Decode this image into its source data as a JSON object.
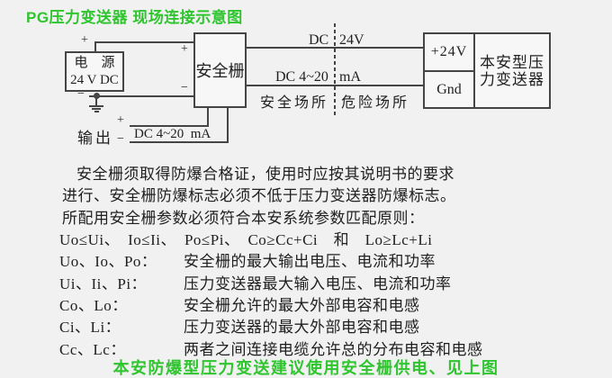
{
  "title": "PG压力变送器 现场连接示意图",
  "diagram": {
    "power": {
      "line1": "电　源",
      "line2": "24 V DC"
    },
    "barrier": "安全栅",
    "terminals": {
      "plus": "+24V",
      "gnd": "Gnd"
    },
    "transmitter": {
      "line1": "本安型压",
      "line2": "力变送器"
    },
    "wire_dc24": {
      "left": "DC",
      "right": "24V"
    },
    "wire_dc420": {
      "left": "DC 4~20",
      "right": "mA"
    },
    "zones": {
      "safe": "安全场所",
      "hazard": "危险场所"
    },
    "output": {
      "label": "输出",
      "wire_label": "DC 4~20  mA"
    },
    "polarity": {
      "plus": "+",
      "minus": "−"
    }
  },
  "notes": [
    "安全栅须取得防爆合格证，使用时应按其说明书的要求",
    "进行、安全栅防爆标志必须不低于压力变送器防爆标志。",
    "所配用安全栅参数必须符合本安系统参数匹配原则："
  ],
  "formula": "Uo≤Ui、　Io≤Ii、　Po≤Pi、　Co≥Cc+Ci　和　Lo≥Lc+Li",
  "definitions": [
    {
      "term": "Uo、Io、Po：",
      "desc": "安全栅的最大输出电压、电流和功率"
    },
    {
      "term": "Ui、Ii、Pi：",
      "desc": "压力变送器最大输入电压、电流和功率"
    },
    {
      "term": "Co、Lo：",
      "desc": "安全栅允许的最大外部电容和电感"
    },
    {
      "term": "Ci、Li：",
      "desc": "压力变送器的最大外部电容和电感"
    },
    {
      "term": "Cc、Lc：",
      "desc": "两者之间连接电缆允许总的分布电容和电感"
    }
  ],
  "footer": "本安防爆型压力变送建议使用安全栅供电、见上图",
  "colors": {
    "accent_green": "#2fc52f",
    "line": "#454545",
    "text": "#1f1f1f",
    "background": "#f1f1f1"
  }
}
